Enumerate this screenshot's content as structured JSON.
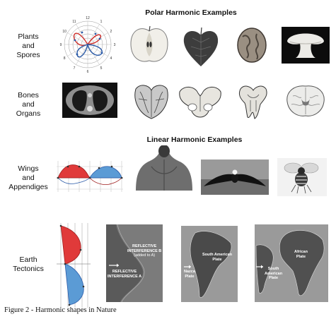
{
  "headers": {
    "polar": "Polar Harmonic Examples",
    "linear": "Linear Harmonic Examples"
  },
  "rows": [
    {
      "label_lines": [
        "Plants",
        "and",
        "Spores"
      ]
    },
    {
      "label_lines": [
        "Bones",
        "and",
        "Organs"
      ]
    },
    {
      "label_lines": [
        "Wings",
        "and",
        "Appendiges"
      ]
    },
    {
      "label_lines": [
        "Earth",
        "Tectonics"
      ]
    }
  ],
  "polar_chart": {
    "tick_labels": [
      "9",
      "10",
      "11",
      "12",
      "1",
      "2",
      "3",
      "4",
      "5",
      "6",
      "7",
      "8"
    ]
  },
  "map_labels": {
    "reflective_b": [
      "REFLECTIVE",
      "INTERFERENCE B",
      "(added to A)"
    ],
    "reflective_a": [
      "REFLECTIVE",
      "INTERFERENCE A"
    ],
    "south_american_plate": [
      "South American",
      "Plate"
    ],
    "nazca_plate": [
      "Nazca",
      "Plate"
    ],
    "african_plate": [
      "African",
      "Plate"
    ],
    "south_american_plate_2": [
      "South",
      "American",
      "Plate"
    ]
  },
  "caption": "Figure 2 - Harmonic shapes in Nature"
}
